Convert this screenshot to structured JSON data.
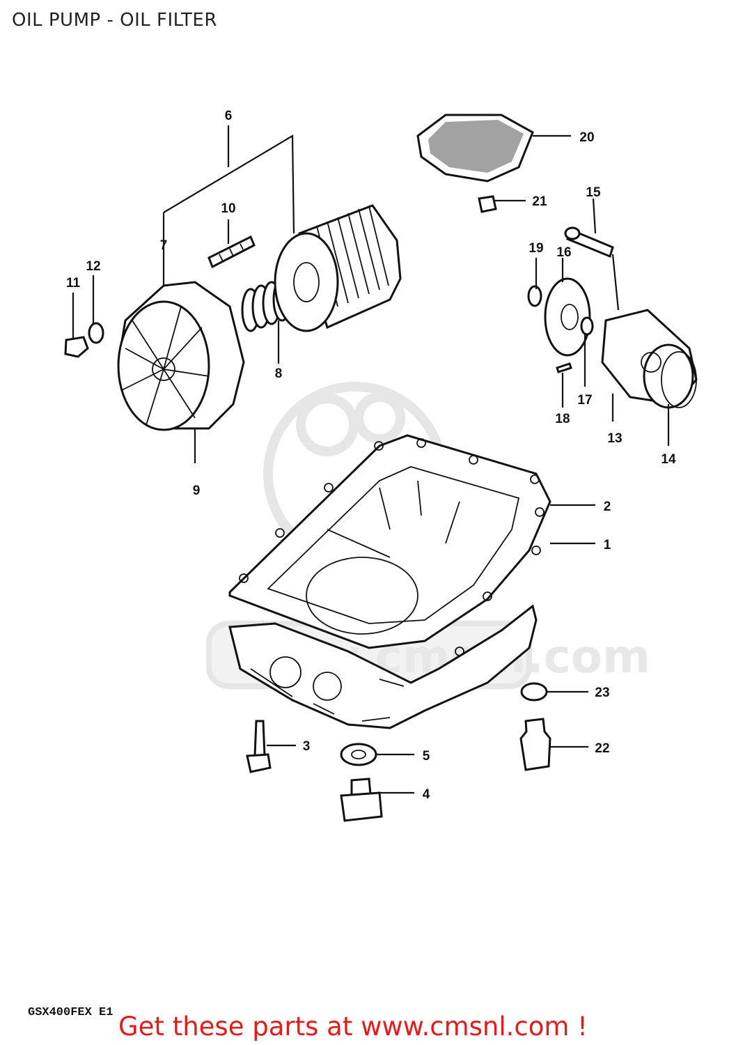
{
  "title": "OIL PUMP - OIL FILTER",
  "model_code": "GSX400FEX E1",
  "cta": "Get these parts at www.cmsnl.com !",
  "watermark": {
    "text": "www.cmsnl.com",
    "logo_text": "CMS"
  },
  "callouts": [
    {
      "id": "1",
      "label": "1"
    },
    {
      "id": "2",
      "label": "2"
    },
    {
      "id": "3",
      "label": "3"
    },
    {
      "id": "4",
      "label": "4"
    },
    {
      "id": "5",
      "label": "5"
    },
    {
      "id": "6",
      "label": "6"
    },
    {
      "id": "7",
      "label": "7"
    },
    {
      "id": "8",
      "label": "8"
    },
    {
      "id": "9",
      "label": "9"
    },
    {
      "id": "10",
      "label": "10"
    },
    {
      "id": "11",
      "label": "11"
    },
    {
      "id": "12",
      "label": "12"
    },
    {
      "id": "13",
      "label": "13"
    },
    {
      "id": "14",
      "label": "14"
    },
    {
      "id": "15",
      "label": "15"
    },
    {
      "id": "16",
      "label": "16"
    },
    {
      "id": "17",
      "label": "17"
    },
    {
      "id": "18",
      "label": "18"
    },
    {
      "id": "19",
      "label": "19"
    },
    {
      "id": "20",
      "label": "20"
    },
    {
      "id": "21",
      "label": "21"
    },
    {
      "id": "22",
      "label": "22"
    },
    {
      "id": "23",
      "label": "23"
    }
  ],
  "colors": {
    "cta": "#e31b1b",
    "ink": "#111111",
    "watermark": "#e6e6e6"
  }
}
